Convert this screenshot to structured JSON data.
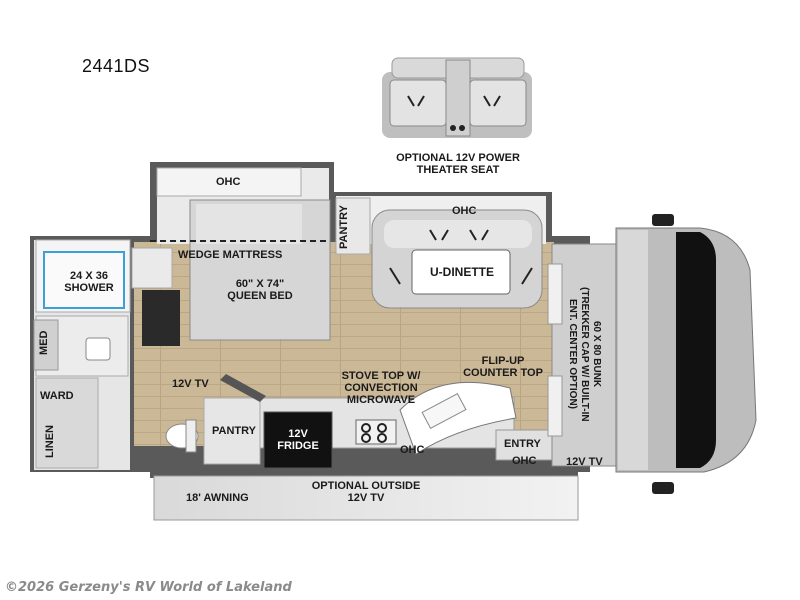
{
  "model": "2441DS",
  "theater_seat": {
    "label_line1": "OPTIONAL 12V POWER",
    "label_line2": "THEATER SEAT"
  },
  "labels": {
    "ohc_bedroom": "OHC",
    "ohc_dinette": "OHC",
    "ohc_galley": "OHC",
    "ohc_entry": "OHC",
    "pantry_top": "PANTRY",
    "pantry_bottom": "PANTRY",
    "u_dinette": "U-DINETTE",
    "wedge_mattress": "WEDGE MATTRESS",
    "bed_size": "60\" X 74\"",
    "bed_type": "QUEEN BED",
    "shower_size": "24 X 36",
    "shower": "SHOWER",
    "med": "MED",
    "ward": "WARD",
    "linen": "LINEN",
    "tv_bedroom": "12V TV",
    "fridge_line1": "12V",
    "fridge_line2": "FRIDGE",
    "stove_line1": "STOVE TOP W/",
    "stove_line2": "CONVECTION",
    "stove_line3": "MICROWAVE",
    "flipup_line1": "FLIP-UP",
    "flipup_line2": "COUNTER TOP",
    "entry": "ENTRY",
    "tv_cab": "12V TV",
    "bunk_line1": "60 X 80 BUNK",
    "bunk_line2": "(TREKKER CAP W/ BUILT-IN",
    "bunk_line3": "ENT. CENTER OPTION)",
    "awning": "18' AWNING",
    "outside_tv_line1": "OPTIONAL OUTSIDE",
    "outside_tv_line2": "12V TV"
  },
  "watermark": "©2026 Gerzeny's RV World of Lakeland"
}
